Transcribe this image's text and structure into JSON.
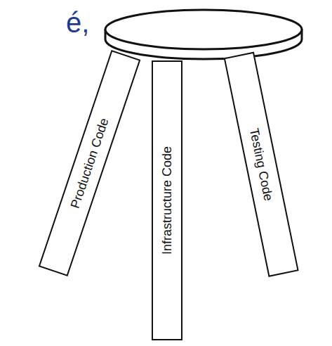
{
  "diagram": {
    "nodes": [
      {
        "text": [
          "Production Code"
        ]
      },
      {
        "text": [
          "Infrastructure Code"
        ]
      },
      {
        "text": [
          "Testing Code"
        ]
      }
    ],
    "labels": [
      "é,"
    ]
  }
}
